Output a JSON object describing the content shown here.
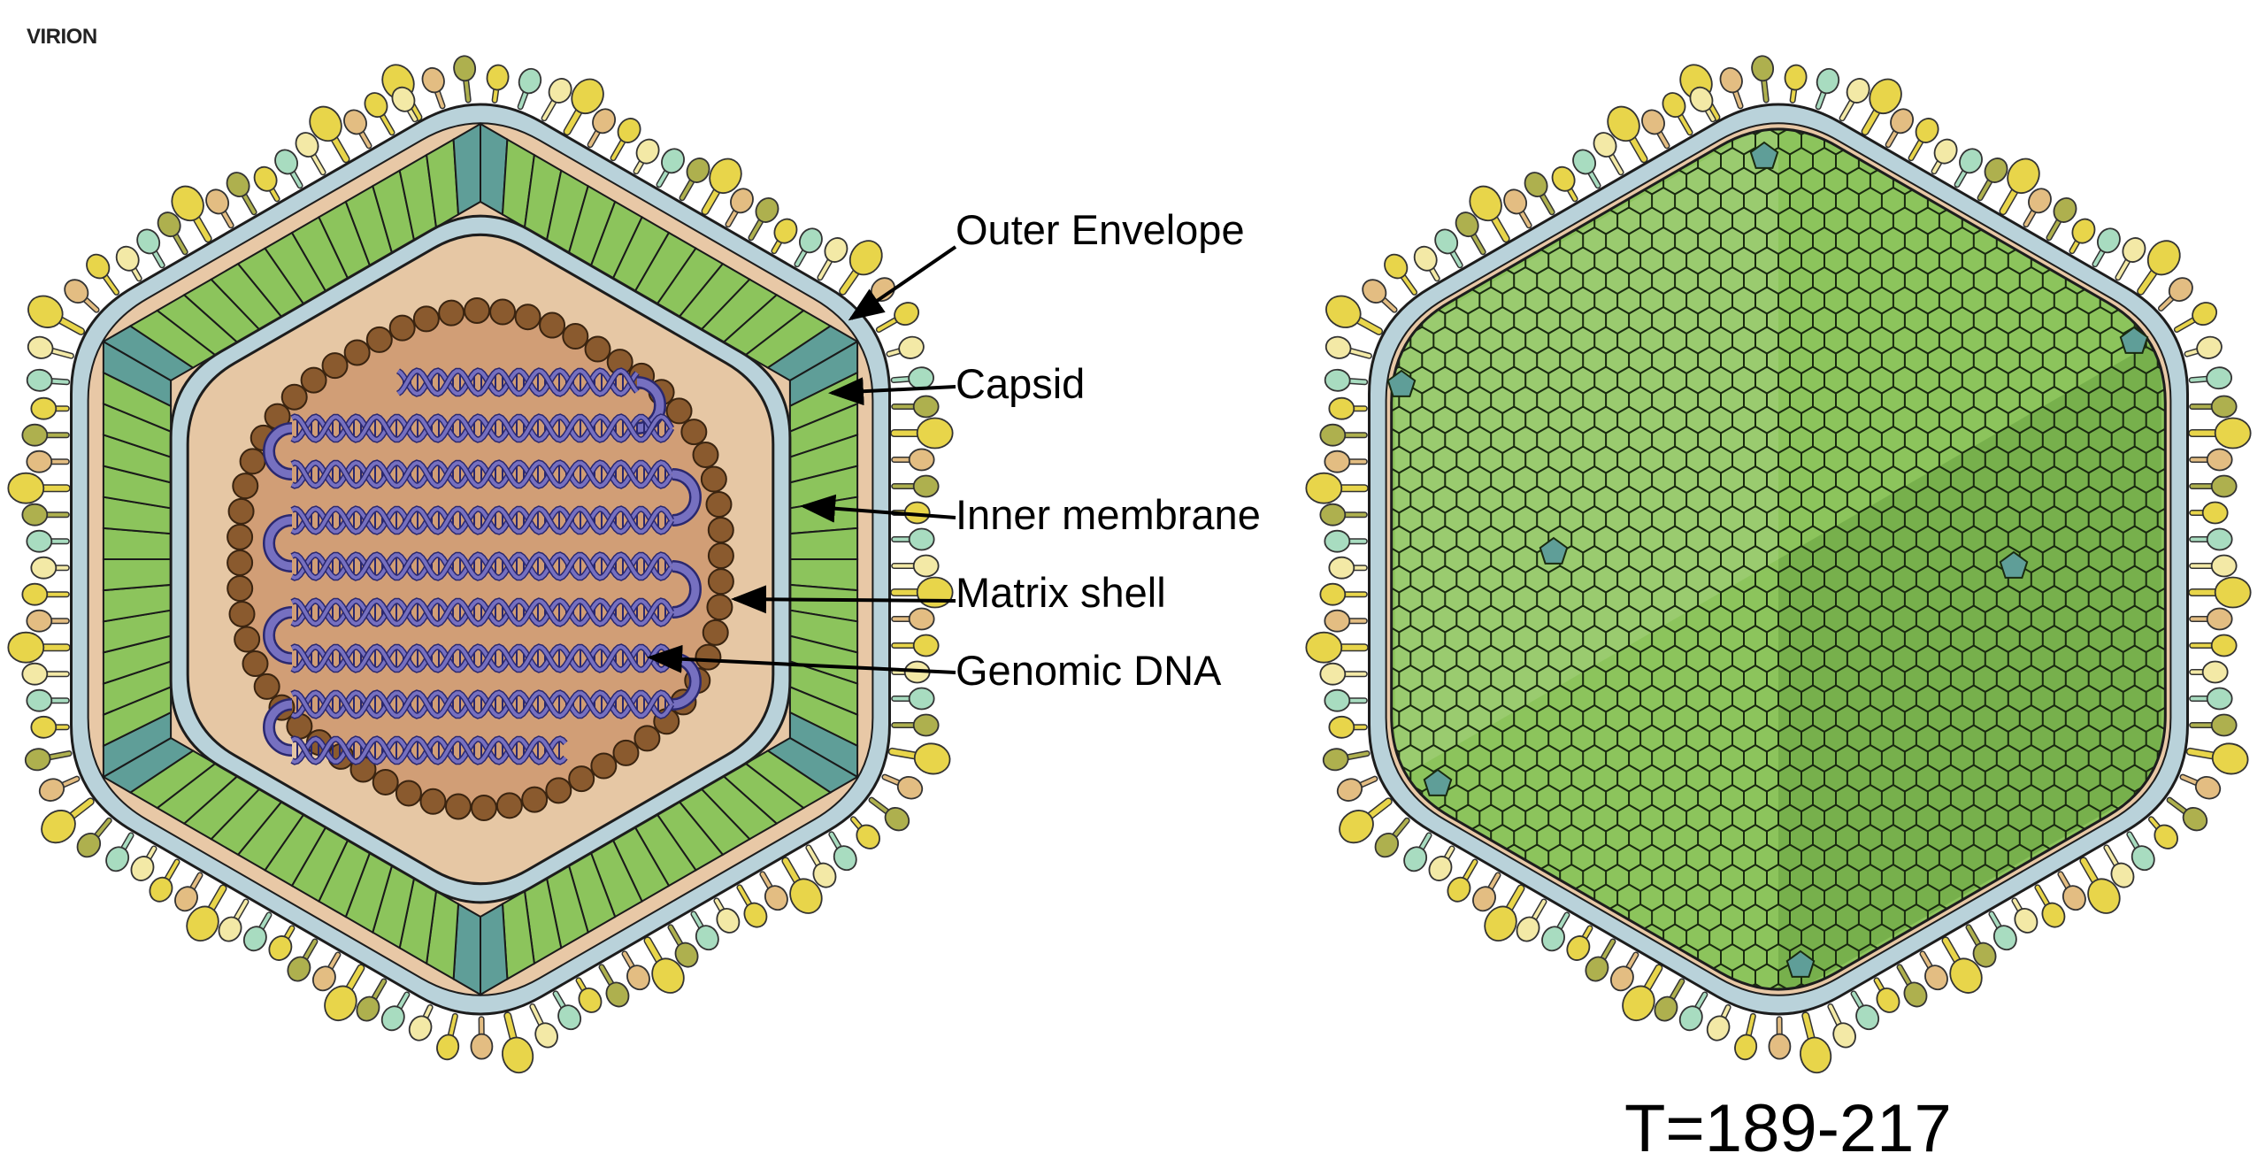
{
  "title": "VIRION",
  "labels": {
    "outer_envelope": "Outer Envelope",
    "capsid": "Capsid",
    "inner_membrane": "Inner membrane",
    "matrix_shell": "Matrix shell",
    "genomic_dna": "Genomic DNA"
  },
  "triangulation": "T=189-217",
  "colors": {
    "membrane": "#b9d2da",
    "envelope_tan": "#e8c8a6",
    "capsomer": "#8cc45c",
    "pentamer": "#5f9e98",
    "core": "#d19e76",
    "matrix_bead": "#8a5a2e",
    "dna": "#7670c0",
    "dna_dark": "#2a2870",
    "spikes": [
      "#e8d54a",
      "#f3e9a6",
      "#e3bd82",
      "#aeb04e",
      "#a8dcc0"
    ]
  }
}
